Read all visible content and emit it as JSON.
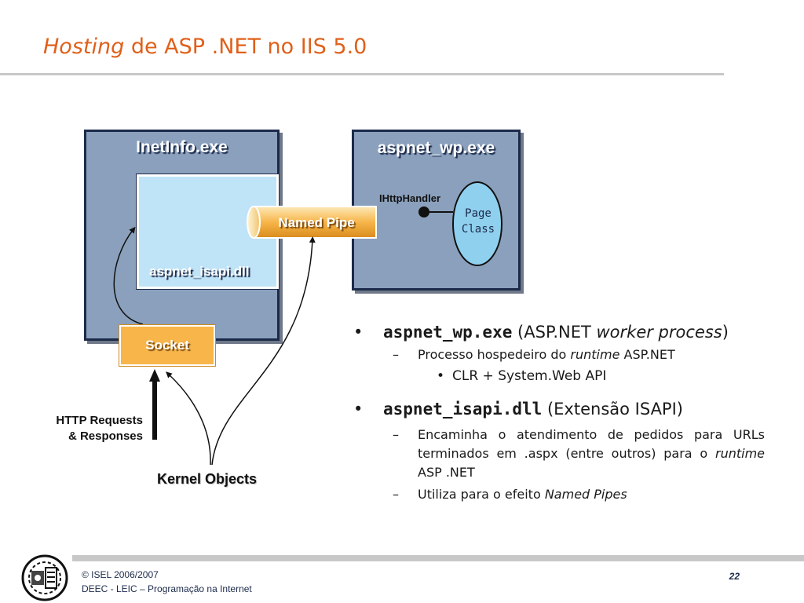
{
  "slide": {
    "title_em": "Hosting",
    "title_rest": " de ASP .NET no IIS 5.0"
  },
  "diagram": {
    "inetinfo_title": "InetInfo.exe",
    "aspnet_wp_title": "aspnet_wp.exe",
    "isapi_label": "aspnet_isapi.dll",
    "named_pipe_label": "Named Pipe",
    "interface_label": "IHttpHandler",
    "page_class_line1": "Page",
    "page_class_line2": "Class",
    "socket_label": "Socket",
    "http_line1": "HTTP Requests",
    "http_line2": "& Responses",
    "kernel_label": "Kernel Objects"
  },
  "bullets": {
    "b1_mono": "aspnet_wp.exe",
    "b1_paren_open": " (ASP.NET ",
    "b1_em": "worker process",
    "b1_paren_close": ")",
    "b1_sub1_pre": "Processo hospedeiro do ",
    "b1_sub1_em": "runtime",
    "b1_sub1_post": " ASP.NET",
    "b1_sub1_sub": "CLR + System.Web API",
    "b2_mono": "aspnet_isapi.dll",
    "b2_rest": " (Extensão ISAPI)",
    "b2_sub1_pre": "Encaminha o atendimento de pedidos para URLs terminados em .aspx (entre outros) para o ",
    "b2_sub1_em": "runtime",
    "b2_sub1_post": " ASP .NET",
    "b2_sub2_pre": "Utiliza para o efeito ",
    "b2_sub2_em": "Named Pipes",
    "bullet_mark": "•",
    "dash_mark": "–"
  },
  "footer": {
    "line1": "© ISEL 2006/2007",
    "line2": "DEEC - LEIC – Programação na Internet",
    "page": "22"
  },
  "colors": {
    "title": "#e0601a",
    "box_fill": "#8aa0bc",
    "box_border": "#1c2a4a",
    "isapi_fill": "#bfe3f7",
    "accent_orange": "#f7b54a"
  }
}
